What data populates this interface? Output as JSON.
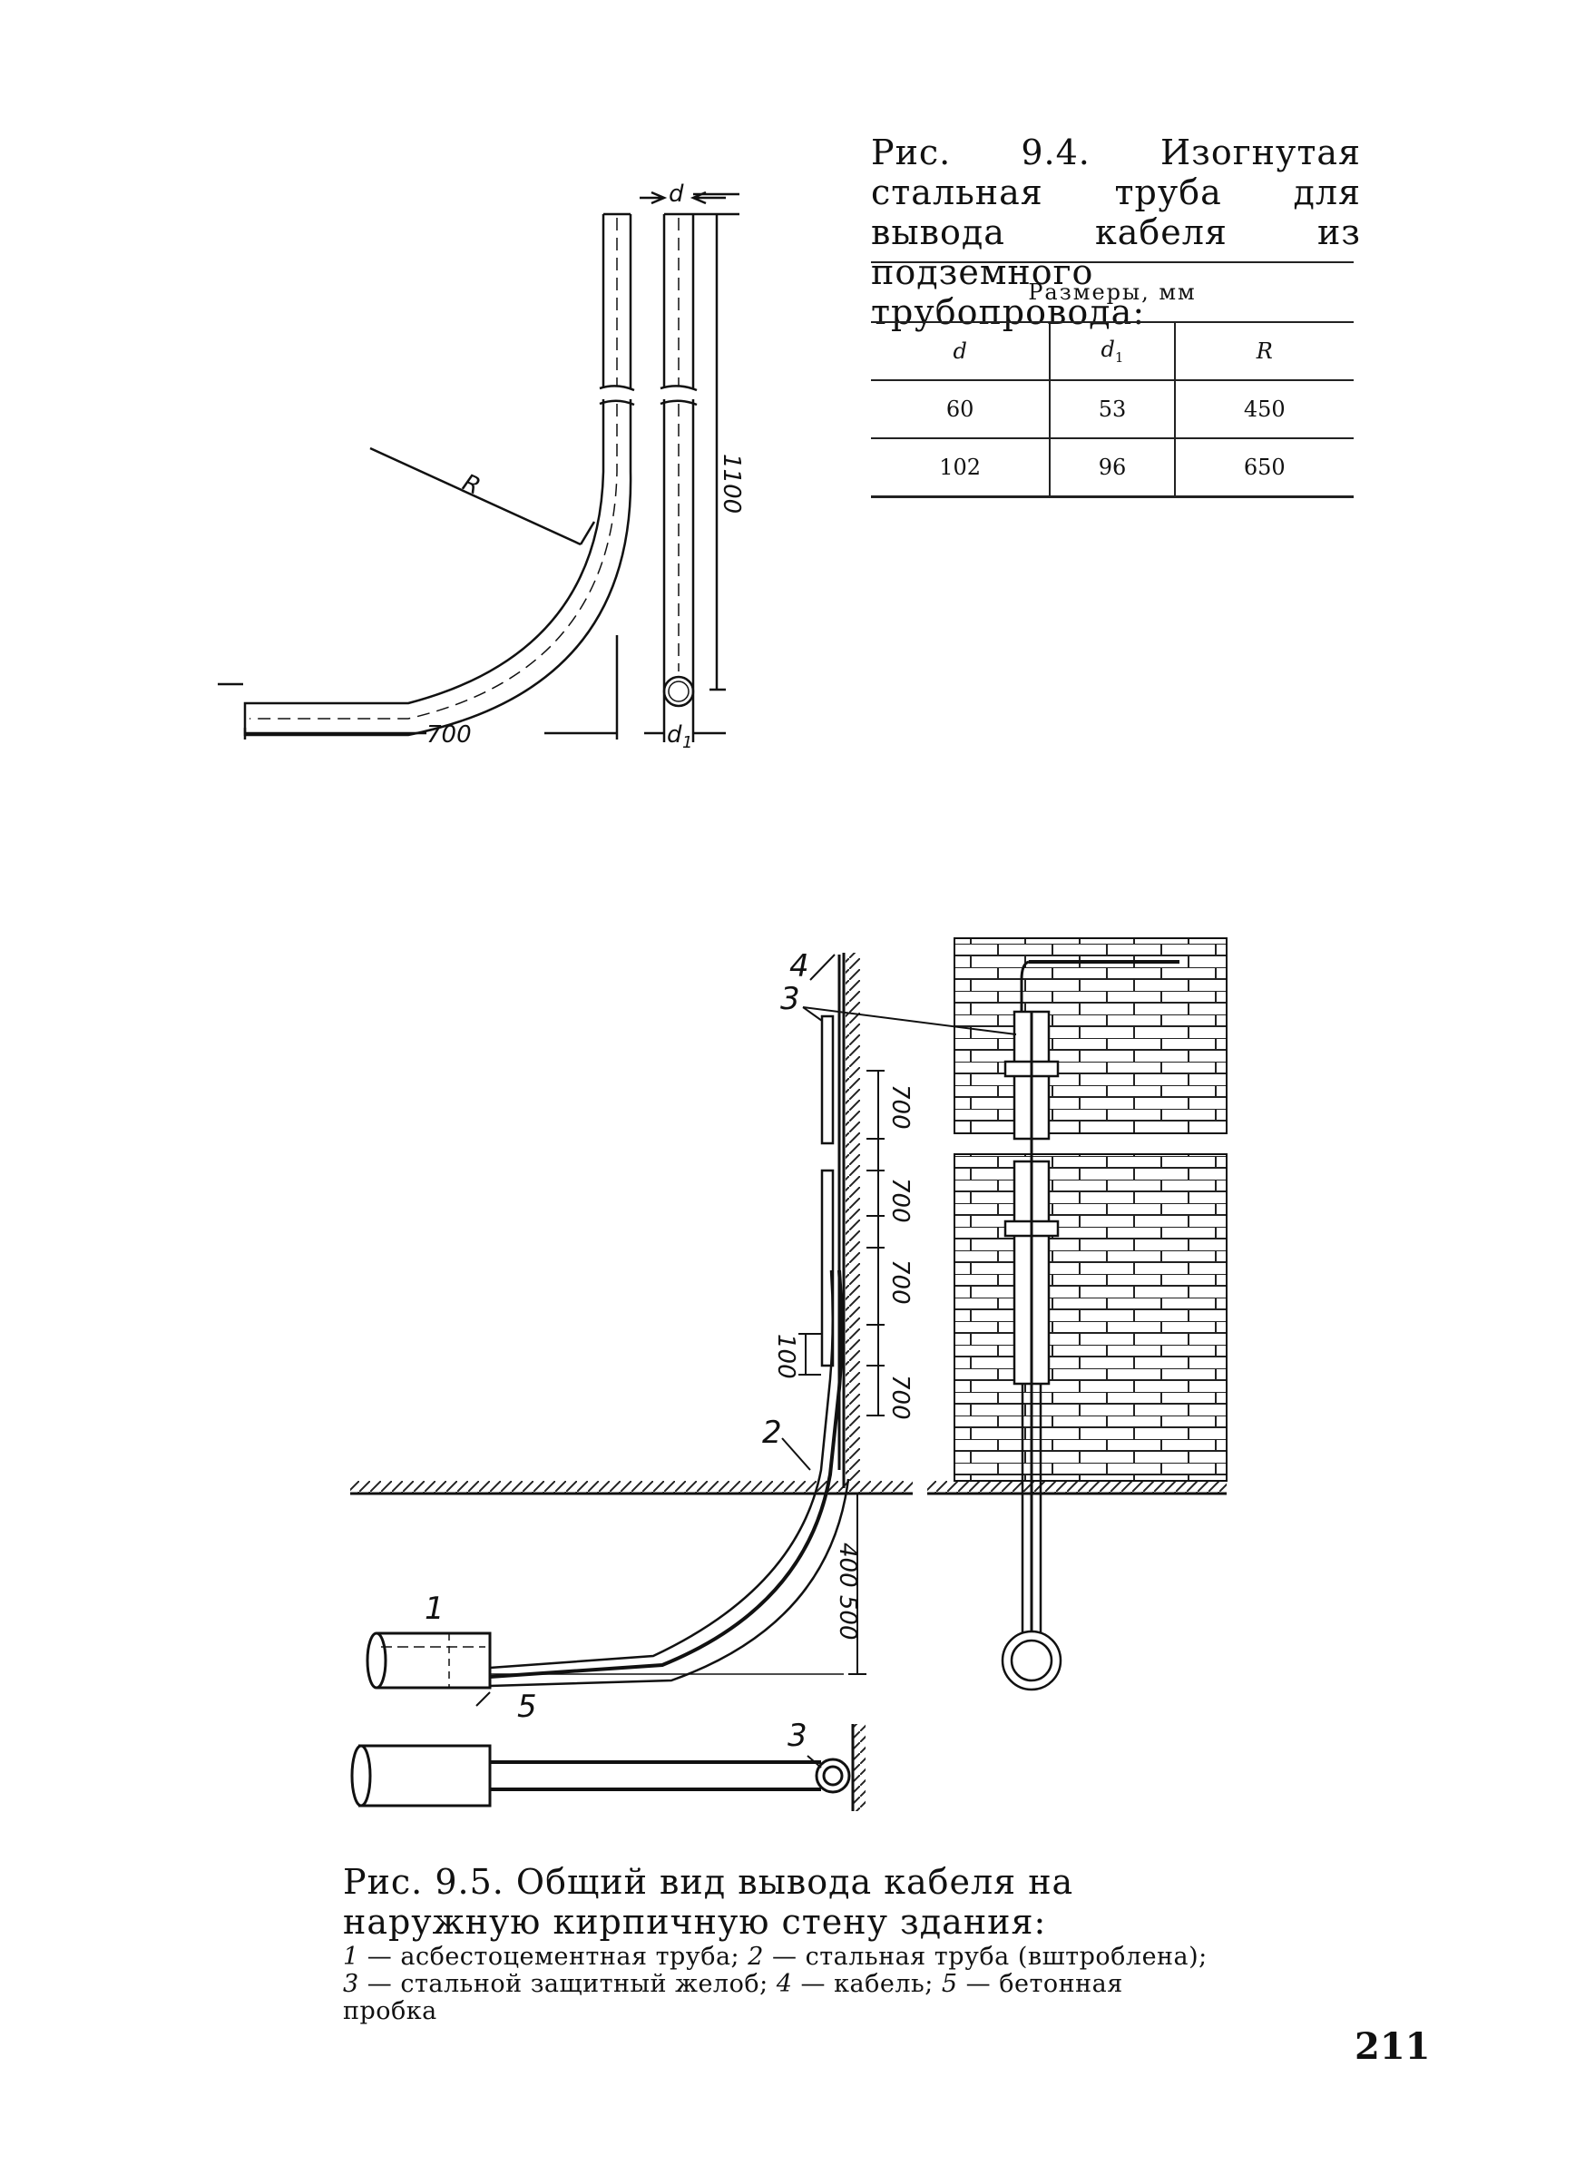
{
  "fig94": {
    "caption": "Рис. 9.4. Изогнутая стальная труба для вывода кабеля из подземного трубопровода:",
    "labels": {
      "d": "d",
      "d1": "d",
      "d1_sub": "1",
      "R": "R",
      "dim_700": "700",
      "dim_1100": "1100"
    },
    "table": {
      "header": "Размеры, мм",
      "columns": {
        "d": "d",
        "d1": "d",
        "d1_sub": "1",
        "R": "R"
      },
      "rows": [
        {
          "d": "60",
          "d1": "53",
          "R": "450"
        },
        {
          "d": "102",
          "d1": "96",
          "R": "650"
        }
      ]
    }
  },
  "fig95": {
    "caption": "Рис. 9.5. Общий вид вывода кабеля на наружную кирпичную стену здания:",
    "legend": [
      {
        "num": "1",
        "text": " — асбестоцементная труба; "
      },
      {
        "num": "2",
        "text": " — стальная труба (вштроблена);"
      },
      {
        "num": "3",
        "text": " — стальной защитный желоб; "
      },
      {
        "num": "4",
        "text": " — кабель; "
      },
      {
        "num": "5",
        "text": " — бетонная пробка"
      }
    ],
    "callouts": {
      "c1": "1",
      "c2": "2",
      "c3a": "3",
      "c3b": "3",
      "c4": "4",
      "c5": "5"
    },
    "dims": {
      "d700a": "700",
      "d700b": "700",
      "d700c": "700",
      "d700d": "700",
      "d100": "100",
      "d400_500": "400 500"
    }
  },
  "page_number": "211"
}
